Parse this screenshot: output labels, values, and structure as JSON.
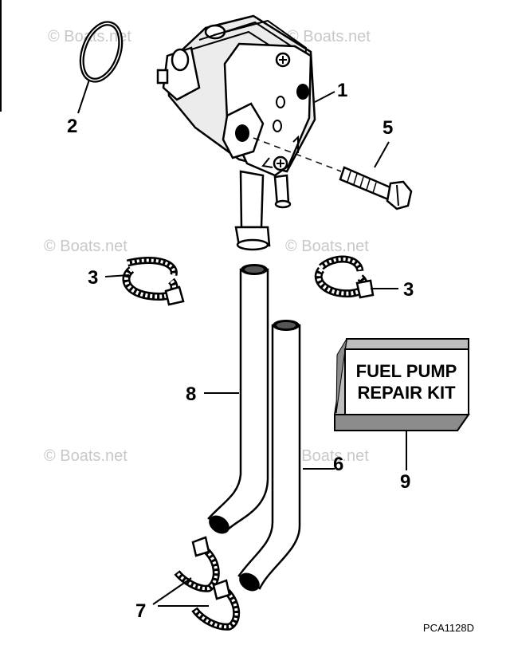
{
  "watermarks": [
    "© Boats.net",
    "© Boats.net",
    "© Boats.net",
    "© Boats.net",
    "© Boats.net",
    "© Boats.net"
  ],
  "callouts": {
    "pump": "1",
    "oring": "2",
    "clamp_left": "3",
    "clamp_right": "3",
    "screw": "5",
    "hose_short": "6",
    "ties": "7",
    "hose_long": "8",
    "kit": "9"
  },
  "kit_box": {
    "line1": "FUEL PUMP",
    "line2": "REPAIR KIT"
  },
  "diagram_code": "PCA1128D"
}
